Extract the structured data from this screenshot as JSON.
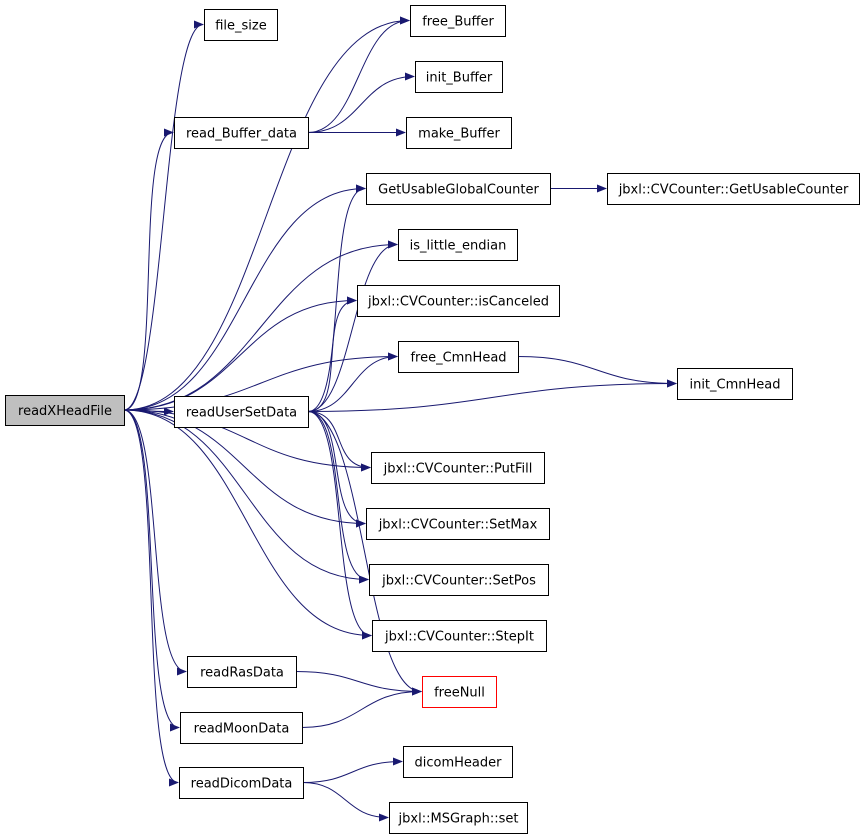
{
  "graph": {
    "edge_color": "#191970",
    "root_fill": "#bfbfbf",
    "nodes": [
      {
        "id": "readXHeadFile",
        "label": "readXHeadFile",
        "root": true
      },
      {
        "id": "file_size",
        "label": "file_size"
      },
      {
        "id": "free_Buffer",
        "label": "free_Buffer"
      },
      {
        "id": "init_Buffer",
        "label": "init_Buffer"
      },
      {
        "id": "read_Buffer_data",
        "label": "read_Buffer_data"
      },
      {
        "id": "make_Buffer",
        "label": "make_Buffer"
      },
      {
        "id": "GetUsableGlobalCounter",
        "label": "GetUsableGlobalCounter"
      },
      {
        "id": "GetUsableCounter",
        "label": "jbxl::CVCounter::GetUsableCounter"
      },
      {
        "id": "is_little_endian",
        "label": "is_little_endian"
      },
      {
        "id": "isCanceled",
        "label": "jbxl::CVCounter::isCanceled"
      },
      {
        "id": "free_CmnHead",
        "label": "free_CmnHead"
      },
      {
        "id": "init_CmnHead",
        "label": "init_CmnHead"
      },
      {
        "id": "readUserSetData",
        "label": "readUserSetData"
      },
      {
        "id": "PutFill",
        "label": "jbxl::CVCounter::PutFill"
      },
      {
        "id": "SetMax",
        "label": "jbxl::CVCounter::SetMax"
      },
      {
        "id": "SetPos",
        "label": "jbxl::CVCounter::SetPos"
      },
      {
        "id": "StepIt",
        "label": "jbxl::CVCounter::StepIt"
      },
      {
        "id": "readRasData",
        "label": "readRasData"
      },
      {
        "id": "freeNull",
        "label": "freeNull",
        "outline": "#ff0000"
      },
      {
        "id": "readMoonData",
        "label": "readMoonData"
      },
      {
        "id": "readDicomData",
        "label": "readDicomData"
      },
      {
        "id": "dicomHeader",
        "label": "dicomHeader"
      },
      {
        "id": "MSGraph_set",
        "label": "jbxl::MSGraph::set"
      }
    ],
    "edges": [
      [
        "readXHeadFile",
        "file_size"
      ],
      [
        "readXHeadFile",
        "free_Buffer"
      ],
      [
        "readXHeadFile",
        "read_Buffer_data"
      ],
      [
        "readXHeadFile",
        "GetUsableGlobalCounter"
      ],
      [
        "readXHeadFile",
        "is_little_endian"
      ],
      [
        "readXHeadFile",
        "isCanceled"
      ],
      [
        "readXHeadFile",
        "free_CmnHead"
      ],
      [
        "readXHeadFile",
        "readUserSetData"
      ],
      [
        "readXHeadFile",
        "PutFill"
      ],
      [
        "readXHeadFile",
        "SetMax"
      ],
      [
        "readXHeadFile",
        "SetPos"
      ],
      [
        "readXHeadFile",
        "StepIt"
      ],
      [
        "readXHeadFile",
        "readRasData"
      ],
      [
        "readXHeadFile",
        "readMoonData"
      ],
      [
        "readXHeadFile",
        "readDicomData"
      ],
      [
        "read_Buffer_data",
        "free_Buffer"
      ],
      [
        "read_Buffer_data",
        "init_Buffer"
      ],
      [
        "read_Buffer_data",
        "make_Buffer"
      ],
      [
        "GetUsableGlobalCounter",
        "GetUsableCounter"
      ],
      [
        "free_CmnHead",
        "init_CmnHead"
      ],
      [
        "readUserSetData",
        "GetUsableGlobalCounter"
      ],
      [
        "readUserSetData",
        "is_little_endian"
      ],
      [
        "readUserSetData",
        "isCanceled"
      ],
      [
        "readUserSetData",
        "free_CmnHead"
      ],
      [
        "readUserSetData",
        "init_CmnHead"
      ],
      [
        "readUserSetData",
        "PutFill"
      ],
      [
        "readUserSetData",
        "SetMax"
      ],
      [
        "readUserSetData",
        "SetPos"
      ],
      [
        "readUserSetData",
        "StepIt"
      ],
      [
        "readUserSetData",
        "freeNull"
      ],
      [
        "readRasData",
        "freeNull"
      ],
      [
        "readMoonData",
        "freeNull"
      ],
      [
        "readDicomData",
        "dicomHeader"
      ],
      [
        "readDicomData",
        "MSGraph_set"
      ]
    ]
  }
}
